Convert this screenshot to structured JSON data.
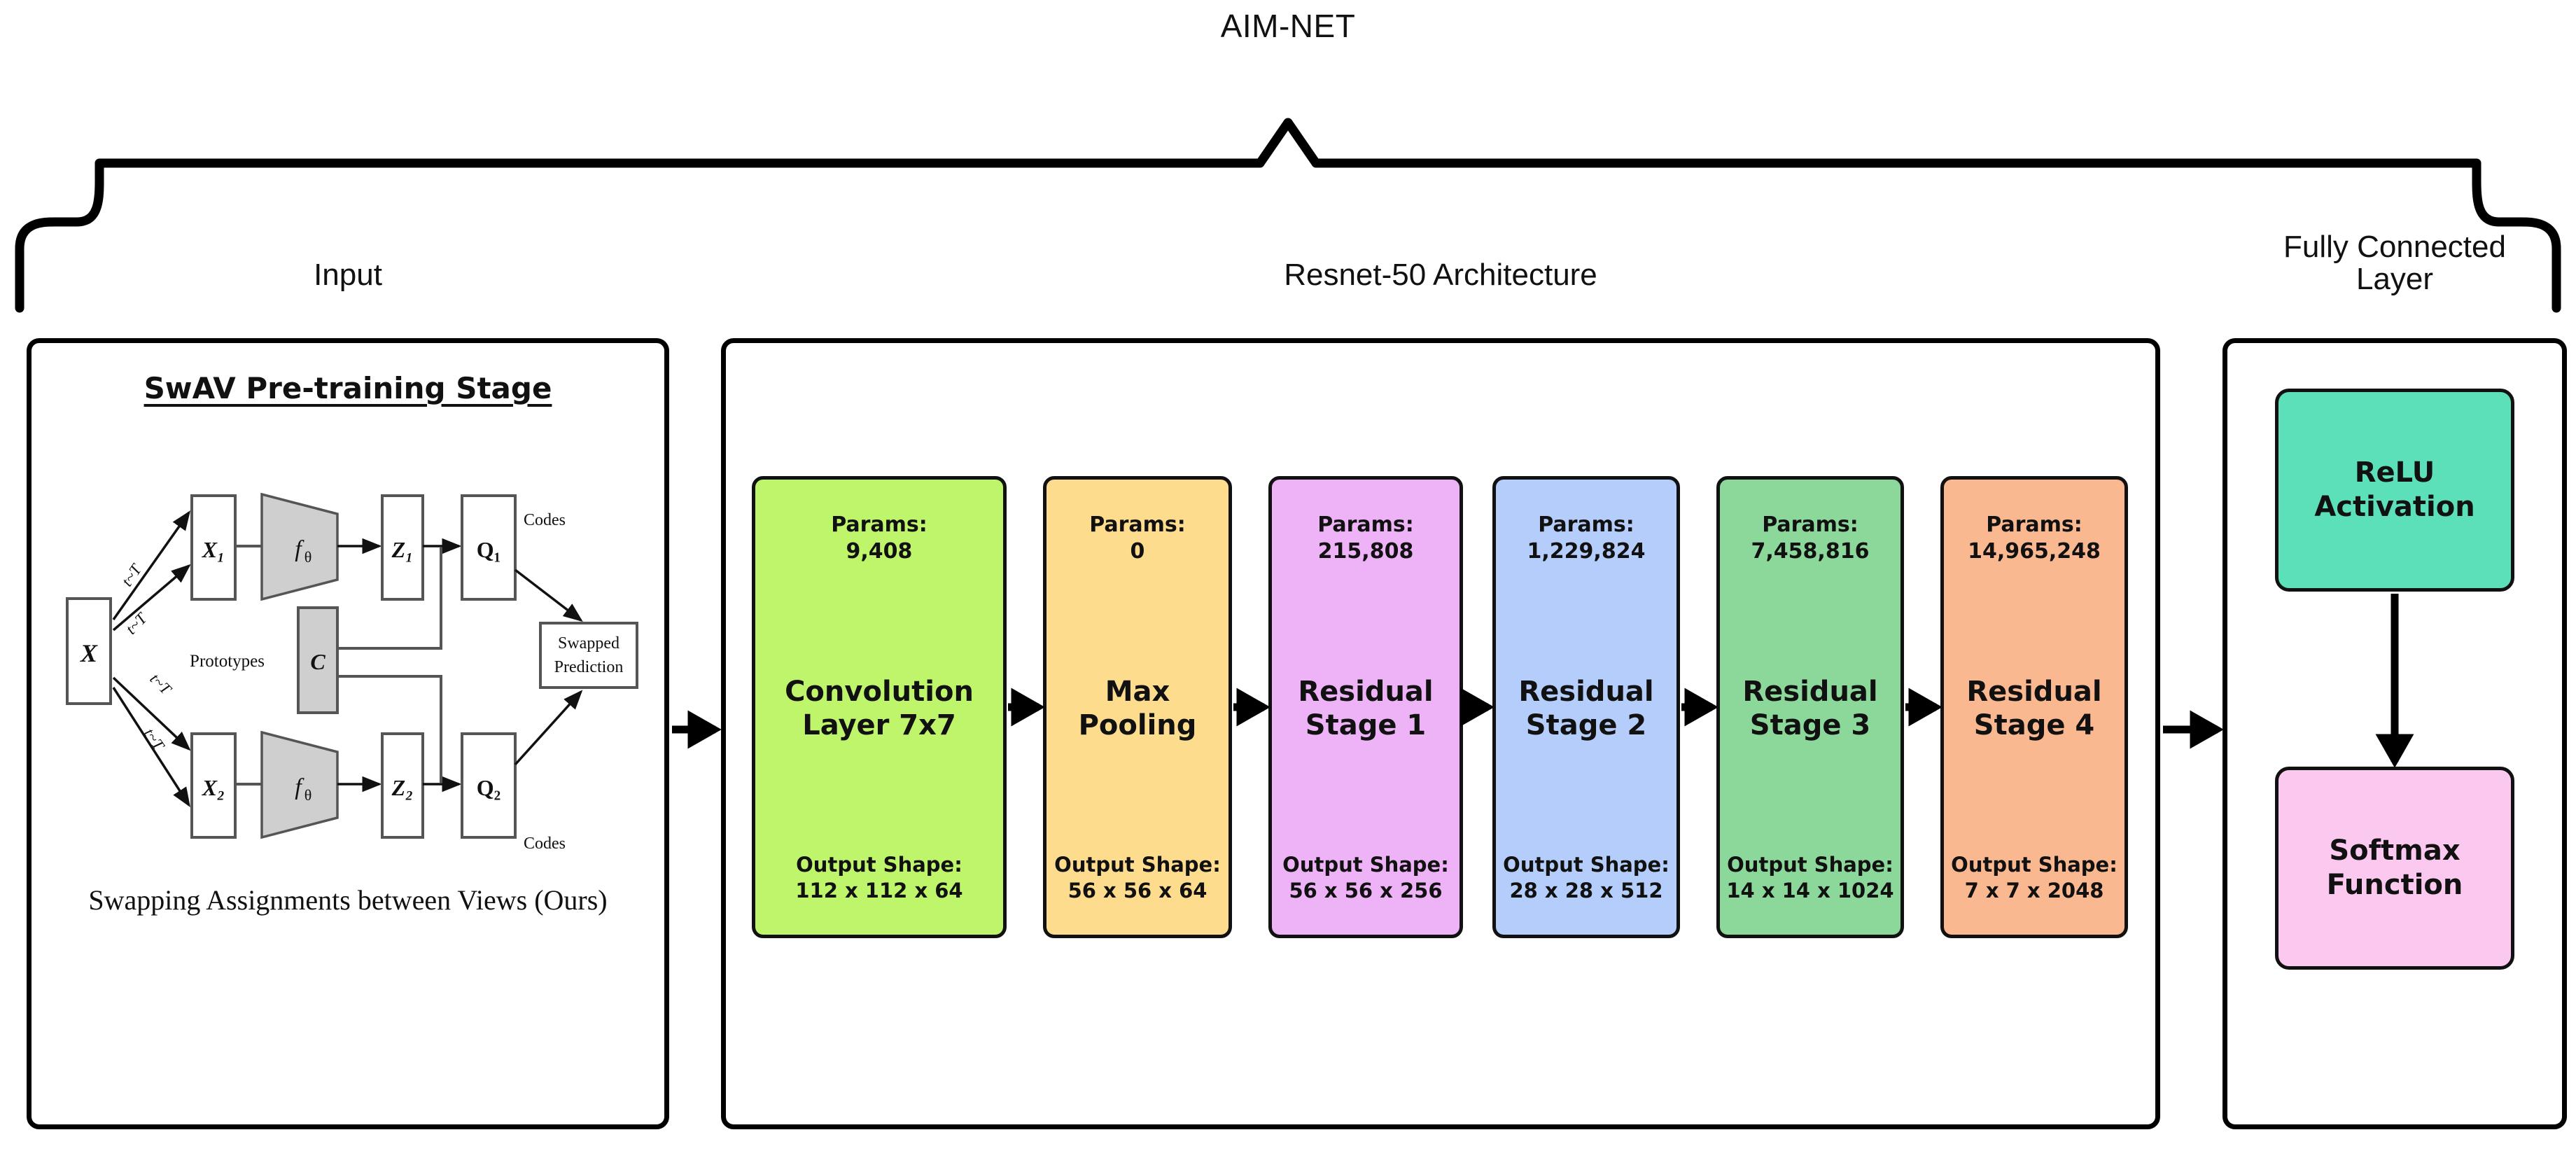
{
  "diagram": {
    "title": "AIM-NET",
    "sections": [
      {
        "id": "input",
        "label": "Input"
      },
      {
        "id": "resnet",
        "label": "Resnet-50 Architecture"
      },
      {
        "id": "fc",
        "label": "Fully Connected\nLayer",
        "line1": "Fully Connected",
        "line2": "Layer"
      }
    ]
  },
  "input_panel": {
    "swav_title": "SwAV Pre-training Stage",
    "caption": "Swapping Assignments between Views (Ours)",
    "figure_labels": {
      "source": "X",
      "view1": "X₁",
      "view2": "X₂",
      "encoder": "fθ",
      "feat1": "Z₁",
      "feat2": "Z₂",
      "code1": "Q₁",
      "code2": "Q₂",
      "prototypes_label": "Prototypes",
      "prototypes_symbol": "C",
      "codes_top": "Codes",
      "codes_bottom": "Codes",
      "swapped_line1": "Swapped",
      "swapped_line2": "Prediction",
      "transform": "t~T"
    }
  },
  "resnet_panel": {
    "params_label": "Params:",
    "output_label": "Output Shape:",
    "stages": [
      {
        "name": "Convolution\nLayer 7x7",
        "name_l1": "Convolution",
        "name_l2": "Layer 7x7",
        "params": "9,408",
        "output": "112 x 112 x 64",
        "color": "#BEF56B"
      },
      {
        "name": "Max\nPooling",
        "name_l1": "Max",
        "name_l2": "Pooling",
        "params": "0",
        "output": "56 x 56 x 64",
        "color": "#FDDC8E"
      },
      {
        "name": "Residual\nStage 1",
        "name_l1": "Residual",
        "name_l2": "Stage 1",
        "params": "215,808",
        "output": "56 x 56 x 256",
        "color": "#EEB3F7"
      },
      {
        "name": "Residual\nStage 2",
        "name_l1": "Residual",
        "name_l2": "Stage 2",
        "params": "1,229,824",
        "output": "28 x 28 x 512",
        "color": "#B4CDFA"
      },
      {
        "name": "Residual\nStage 3",
        "name_l1": "Residual",
        "name_l2": "Stage 3",
        "params": "7,458,816",
        "output": "14 x 14 x 1024",
        "color": "#8CD89B"
      },
      {
        "name": "Residual\nStage 4",
        "name_l1": "Residual",
        "name_l2": "Stage 4",
        "params": "14,965,248",
        "output": "7 x 7 x 2048",
        "color": "#FAB890"
      }
    ]
  },
  "fc_panel": {
    "boxes": [
      {
        "name": "ReLU\nActivation",
        "l1": "ReLU",
        "l2": "Activation",
        "color": "#5BE0BA"
      },
      {
        "name": "Softmax\nFunction",
        "l1": "Softmax",
        "l2": "Function",
        "color": "#FBC9F0"
      }
    ]
  },
  "colors": {
    "stroke": "#000000",
    "text": "#111111",
    "background": "#ffffff"
  }
}
